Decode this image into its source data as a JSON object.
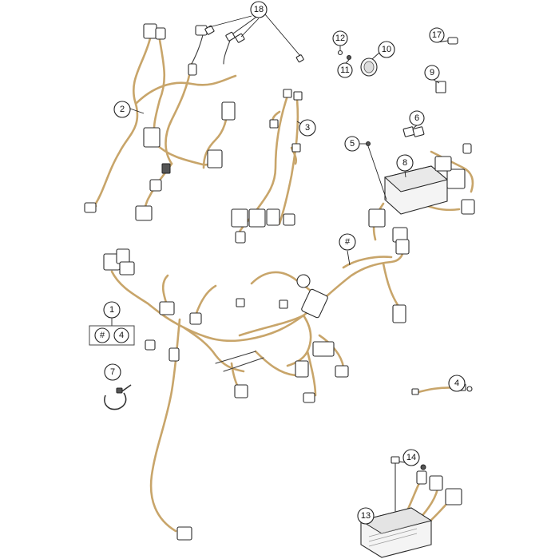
{
  "callouts": {
    "c18": "18",
    "c12": "12",
    "c10": "10",
    "c11": "11",
    "c17": "17",
    "c9": "9",
    "c2": "2",
    "c3": "3",
    "c6": "6",
    "c5": "5",
    "c8": "8",
    "c_hash_main": "#",
    "c1": "1",
    "c_hash_set": "#",
    "c4_set": "4",
    "c7": "7",
    "c4_cable": "4",
    "c14": "14",
    "c13": "13"
  }
}
